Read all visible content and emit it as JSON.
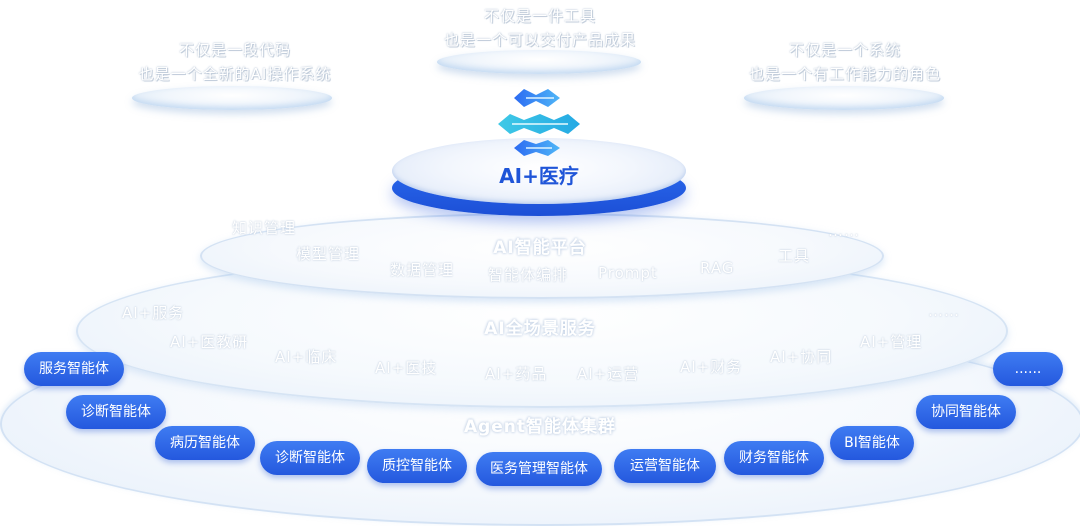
{
  "clouds": {
    "left": {
      "line1": "不仅是一段代码",
      "line2": "也是一个全新的AI操作系统"
    },
    "center": {
      "line1": "不仅是一件工具",
      "line2": "也是一个可以交付产品成果"
    },
    "right": {
      "line1": "不仅是一个系统",
      "line2": "也是一个有工作能力的角色"
    }
  },
  "core": {
    "label": "AI+医疗"
  },
  "platform": {
    "title": "AI智能平台",
    "items": [
      "知识管理",
      "模型管理",
      "数据管理",
      "智能体编排",
      "Prompt",
      "RAG",
      "工具"
    ],
    "more": "……"
  },
  "services": {
    "title": "AI全场景服务",
    "items": [
      "AI+服务",
      "AI+医教研",
      "AI+临床",
      "AI+医技",
      "AI+药品",
      "AI+运营",
      "AI+财务",
      "AI+协同",
      "AI+管理"
    ],
    "more": "……"
  },
  "agents": {
    "title": "Agent智能体集群",
    "items": [
      "服务智能体",
      "诊断智能体",
      "病历智能体",
      "诊断智能体",
      "质控智能体",
      "医务管理智能体",
      "运营智能体",
      "财务智能体",
      "BI智能体",
      "协同智能体",
      "......"
    ]
  },
  "colors": {
    "accent": "#2f66e6",
    "pill_top": "#3f7cf2",
    "pill_bottom": "#2458de"
  }
}
